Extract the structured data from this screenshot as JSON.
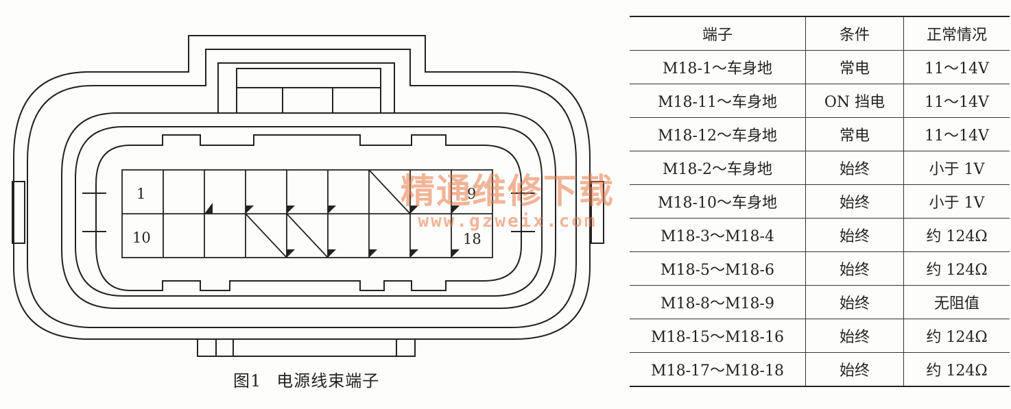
{
  "figure": {
    "caption_number": "图1",
    "caption_text": "电源线束端子",
    "pin_labels": {
      "first_top": "1",
      "last_top": "9",
      "first_bottom": "10",
      "last_bottom": "18"
    }
  },
  "watermark": {
    "title": "精通维修下载",
    "url": "www.gzweix.com"
  },
  "table": {
    "headers": [
      "端子",
      "条件",
      "正常情况"
    ],
    "rows": [
      [
        "M18-1～车身地",
        "常电",
        "11～14V"
      ],
      [
        "M18-11～车身地",
        "ON 挡电",
        "11～14V"
      ],
      [
        "M18-12～车身地",
        "常电",
        "11～14V"
      ],
      [
        "M18-2～车身地",
        "始终",
        "小于 1V"
      ],
      [
        "M18-10～车身地",
        "始终",
        "小于 1V"
      ],
      [
        "M18-3～M18-4",
        "始终",
        "约 124Ω"
      ],
      [
        "M18-5～M18-6",
        "始终",
        "约 124Ω"
      ],
      [
        "M18-8～M18-9",
        "始终",
        "无阻值"
      ],
      [
        "M18-15～M18-16",
        "始终",
        "约 124Ω"
      ],
      [
        "M18-17～M18-18",
        "始终",
        "约 124Ω"
      ]
    ]
  }
}
